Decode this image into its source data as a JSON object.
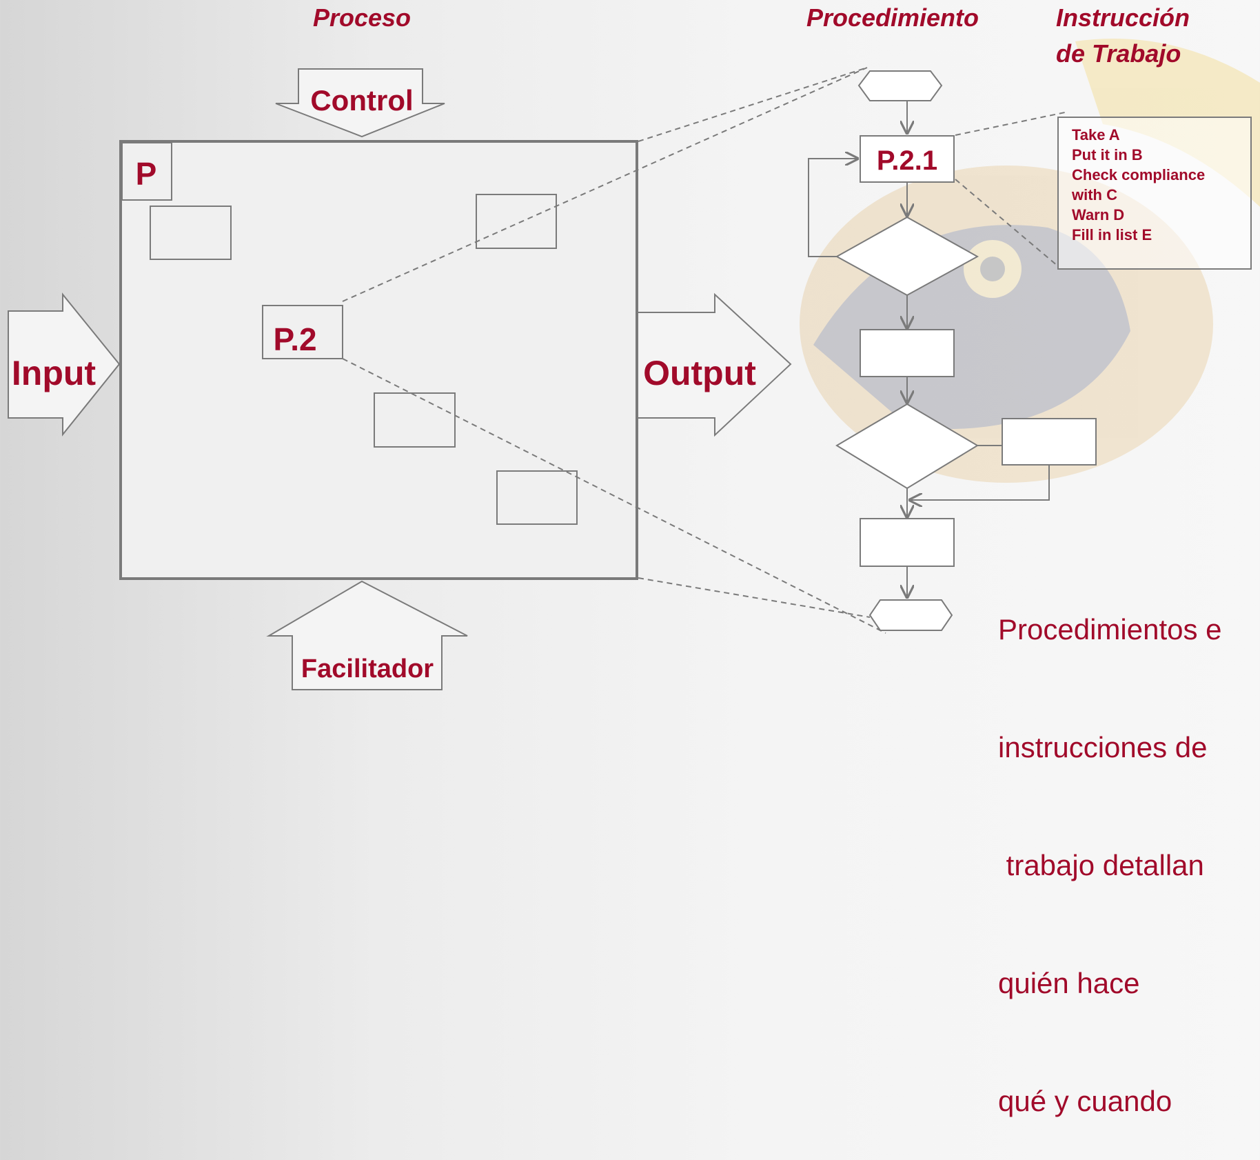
{
  "headers": {
    "proceso": "Proceso",
    "procedimiento": "Procedimiento",
    "instruccion_line1": "Instrucción",
    "instruccion_line2": "de Trabajo"
  },
  "arrows": {
    "control": "Control",
    "input": "Input",
    "output": "Output",
    "facilitador": "Facilitador"
  },
  "process": {
    "main_label": "P",
    "sub_label": "P.2"
  },
  "flowchart": {
    "step_label": "P.2.1"
  },
  "work_instruction": {
    "lines": [
      "Take A",
      "Put it in B",
      "Check compliance",
      "with C",
      "Warn D",
      "Fill in list E"
    ]
  },
  "caption": {
    "lines": [
      "Procedimientos e",
      "instrucciones de",
      " trabajo detallan",
      "quién hace",
      "qué y cuando"
    ]
  },
  "colors": {
    "accent": "#a10a2a",
    "stroke": "#7a7a7a",
    "background": "#eeeeee"
  }
}
